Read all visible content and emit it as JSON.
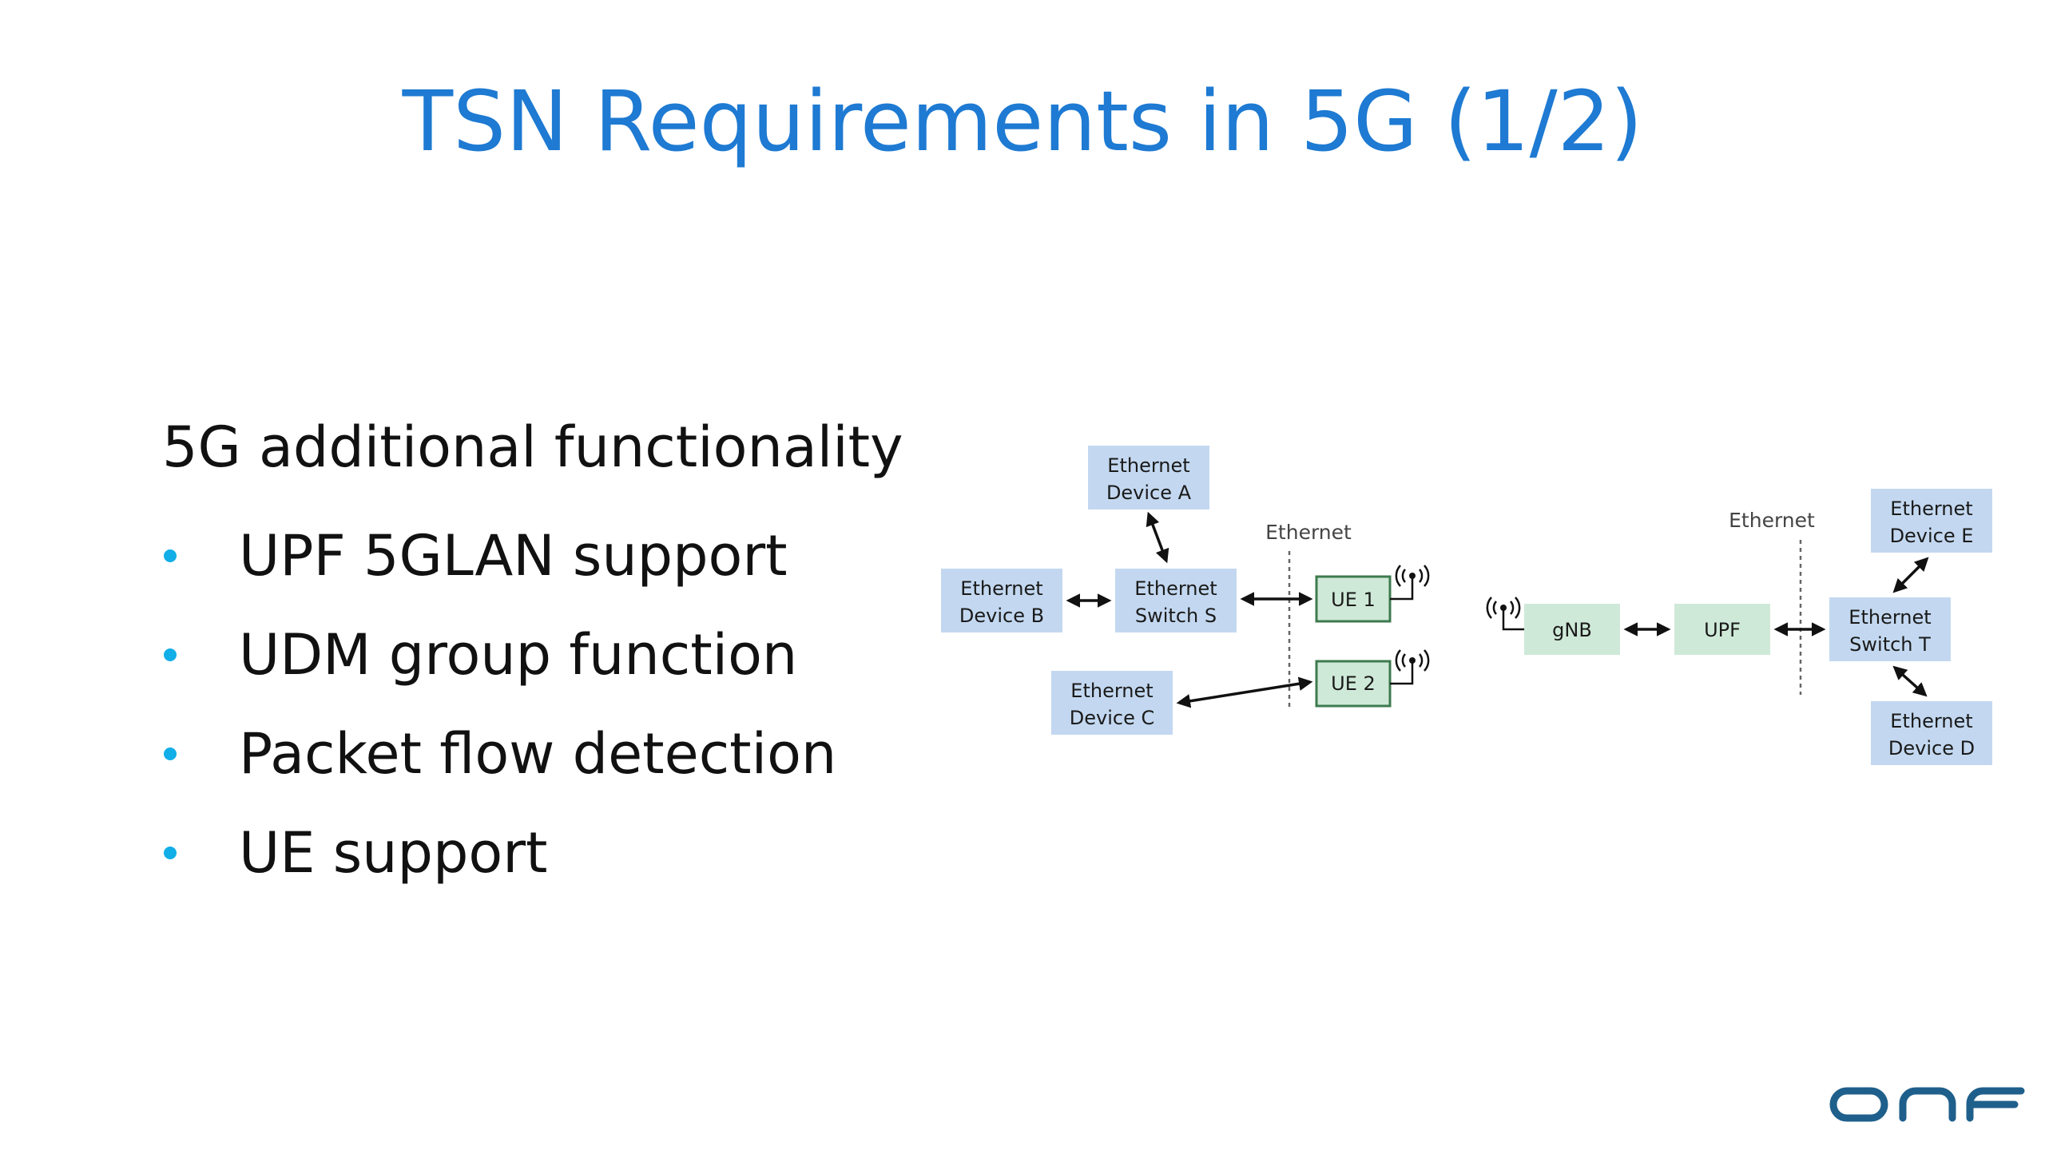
{
  "slide": {
    "title": "TSN Requirements in 5G (1/2)"
  },
  "content": {
    "heading": "5G additional functionality",
    "bullets": [
      "UPF 5GLAN support",
      "UDM group function",
      "Packet flow detection",
      "UE support"
    ]
  },
  "diagram_left": {
    "device_a": [
      "Ethernet",
      "Device A"
    ],
    "device_b": [
      "Ethernet",
      "Device B"
    ],
    "device_c": [
      "Ethernet",
      "Device C"
    ],
    "switch_s": [
      "Ethernet",
      "Switch S"
    ],
    "ue1": "UE 1",
    "ue2": "UE 2",
    "ethernet_label": "Ethernet"
  },
  "diagram_right": {
    "gnb": "gNB",
    "upf": "UPF",
    "switch_t": [
      "Ethernet",
      "Switch T"
    ],
    "device_e": [
      "Ethernet",
      "Device E"
    ],
    "device_d": [
      "Ethernet",
      "Device D"
    ],
    "ethernet_label": "Ethernet"
  },
  "colors": {
    "title": "#1e7ad2",
    "bullet": "#11aee8",
    "device_box": "#c3d8f0",
    "network_box": "#cfe9d8",
    "logo": "#1f5f8b"
  },
  "logo": {
    "text": "onf"
  }
}
